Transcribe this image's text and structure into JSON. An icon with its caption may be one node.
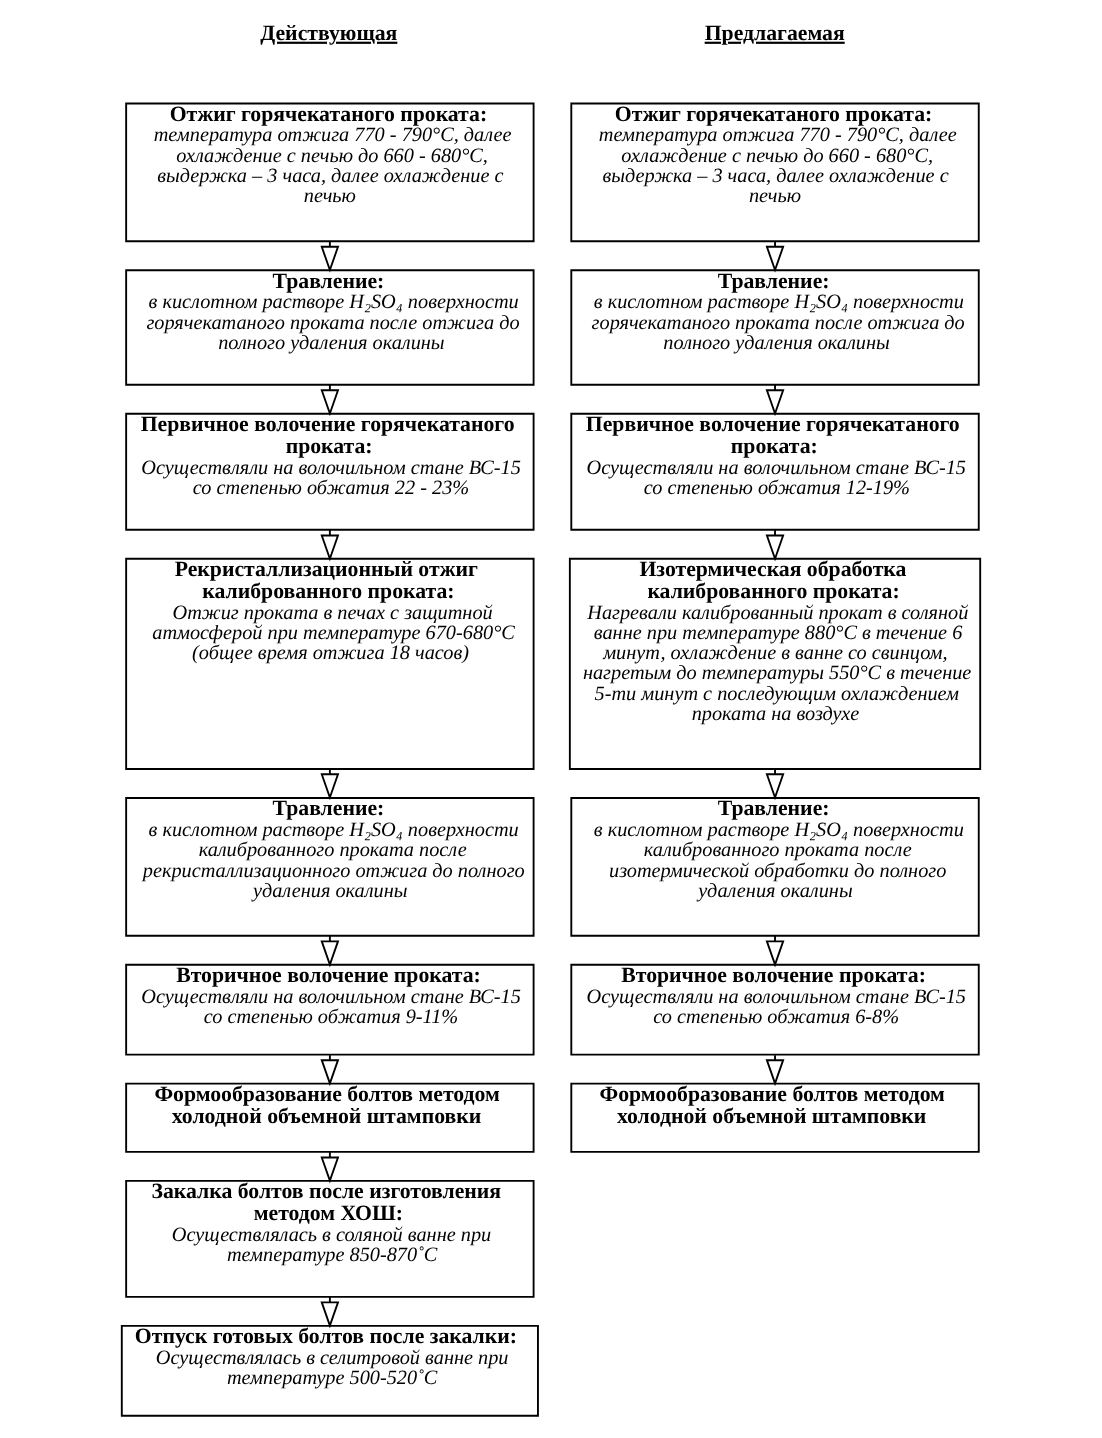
{
  "diagram": {
    "nodes": [
      {
        "text": [
          "Отжиг горячекатаного проката:",
          "температура отжига 770 - 790°С, далее охлаждение с печью до 660 - 680°С, выдержка – 3 часа, далее охлаждение с печью"
        ]
      },
      {
        "text": [
          "Травление:",
          "в кислотном растворе H₂SO₄ поверхности горячекатаного проката после отжига до полного удаления окалины"
        ]
      },
      {
        "text": [
          "Первичное волочение горячекатаного проката:",
          "Осуществляли на волочильном стане ВС-15 со степенью обжатия 22 - 23%"
        ]
      },
      {
        "text": [
          "Рекристаллизационный отжиг калиброванного проката:",
          "Отжиг проката в печах с защитной атмосферой при температуре 670-680°С (общее время отжига 18 часов)"
        ]
      },
      {
        "text": [
          "Травление:",
          "в кислотном растворе H₂SO₄ поверхности калиброванного проката после рекристаллизационного отжига до полного удаления окалины"
        ]
      },
      {
        "text": [
          "Вторичное волочение проката:",
          "Осуществляли на волочильном стане ВС-15 со степенью обжатия 9-11%"
        ]
      },
      {
        "text": [
          "Формообразование болтов методом холодной объемной штамповки"
        ]
      },
      {
        "text": [
          "Закалка болтов после изготовления методом ХОШ:",
          "Осуществлялась в соляной ванне при температуре 850-870˚С"
        ]
      },
      {
        "text": [
          "Отпуск готовых болтов после закалки:",
          "Осуществлялась в селитровой ванне при температуре 500-520˚С"
        ]
      },
      {
        "text": [
          "Отжиг горячекатаного проката:",
          "температура отжига 770 - 790°С, далее охлаждение с печью до 660 - 680°С, выдержка – 3 часа, далее охлаждение с печью"
        ]
      },
      {
        "text": [
          "Травление:",
          "в кислотном растворе H₂SO₄ поверхности горячекатаного проката после отжига до полного удаления окалины"
        ]
      },
      {
        "text": [
          "Первичное волочение горячекатаного проката:",
          "Осуществляли на волочильном стане ВС-15 со степенью обжатия 12-19%"
        ]
      },
      {
        "text": [
          "Изотермическая обработка калиброванного проката:",
          "Нагревали калиброванный прокат в соляной ванне при температуре 880°С в течение 6 минут, охлаждение в ванне со свинцом, нагретым до температуры 550°С в течение 5-ти минут с последующим охлаждением проката на воздухе"
        ]
      },
      {
        "text": [
          "Травление:",
          "в кислотном растворе H₂SO₄ поверхности калиброванного проката после изотермической обработки до полного удаления окалины"
        ]
      },
      {
        "text": [
          "Вторичное волочение проката:",
          "Осуществляли на волочильном стане ВС-15 со степенью обжатия 6-8%"
        ]
      },
      {
        "text": [
          "Формообразование болтов методом холодной объемной штамповки"
        ]
      }
    ],
    "edges": [
      {
        "from": 0,
        "to": 1,
        "arrow": "to"
      },
      {
        "from": 1,
        "to": 2,
        "arrow": "to"
      },
      {
        "from": 2,
        "to": 3,
        "arrow": "to"
      },
      {
        "from": 3,
        "to": 4,
        "arrow": "to"
      },
      {
        "from": 4,
        "to": 5,
        "arrow": "to"
      },
      {
        "from": 5,
        "to": 6,
        "arrow": "to"
      },
      {
        "from": 6,
        "to": 7,
        "arrow": "to"
      },
      {
        "from": 7,
        "to": 8,
        "arrow": "to"
      },
      {
        "from": 9,
        "to": 10,
        "arrow": "to"
      },
      {
        "from": 10,
        "to": 11,
        "arrow": "to"
      },
      {
        "from": 11,
        "to": 12,
        "arrow": "to"
      },
      {
        "from": 12,
        "to": 13,
        "arrow": "to"
      },
      {
        "from": 13,
        "to": 14,
        "arrow": "to"
      },
      {
        "from": 14,
        "to": 15,
        "arrow": "to"
      }
    ],
    "labels": [
      "Действующая",
      "Предлагаемая"
    ]
  }
}
